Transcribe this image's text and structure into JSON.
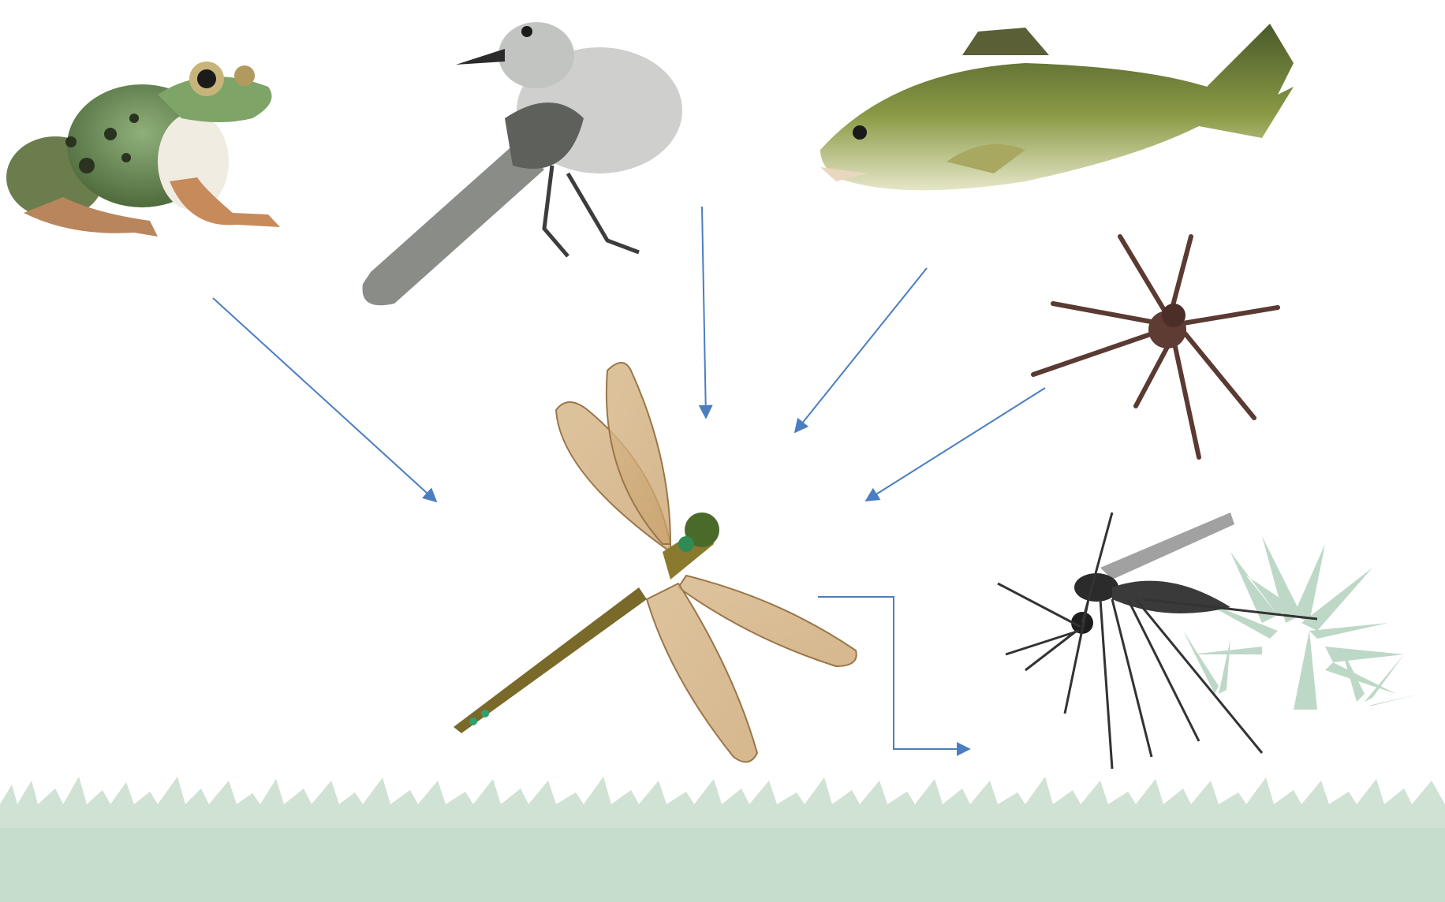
{
  "diagram": {
    "type": "food-web",
    "organisms": [
      {
        "id": "frog",
        "icon": "frog-icon"
      },
      {
        "id": "mockingbird",
        "icon": "bird-icon"
      },
      {
        "id": "bass",
        "icon": "fish-icon"
      },
      {
        "id": "spider",
        "icon": "spider-icon"
      },
      {
        "id": "dragonfly",
        "icon": "dragonfly-icon"
      },
      {
        "id": "mosquito",
        "icon": "mosquito-icon"
      }
    ],
    "arrows": [
      {
        "from": "frog",
        "to": "dragonfly"
      },
      {
        "from": "mockingbird",
        "to": "dragonfly"
      },
      {
        "from": "bass",
        "to": "dragonfly"
      },
      {
        "from": "spider",
        "to": "dragonfly"
      },
      {
        "from": "dragonfly",
        "to": "mosquito"
      }
    ]
  },
  "colors": {
    "arrow": "#4a7ec0",
    "ground": "#c6dccd",
    "grass": "#cfe2d4",
    "palm": "#b8d4c2",
    "background": "#ffffff"
  }
}
